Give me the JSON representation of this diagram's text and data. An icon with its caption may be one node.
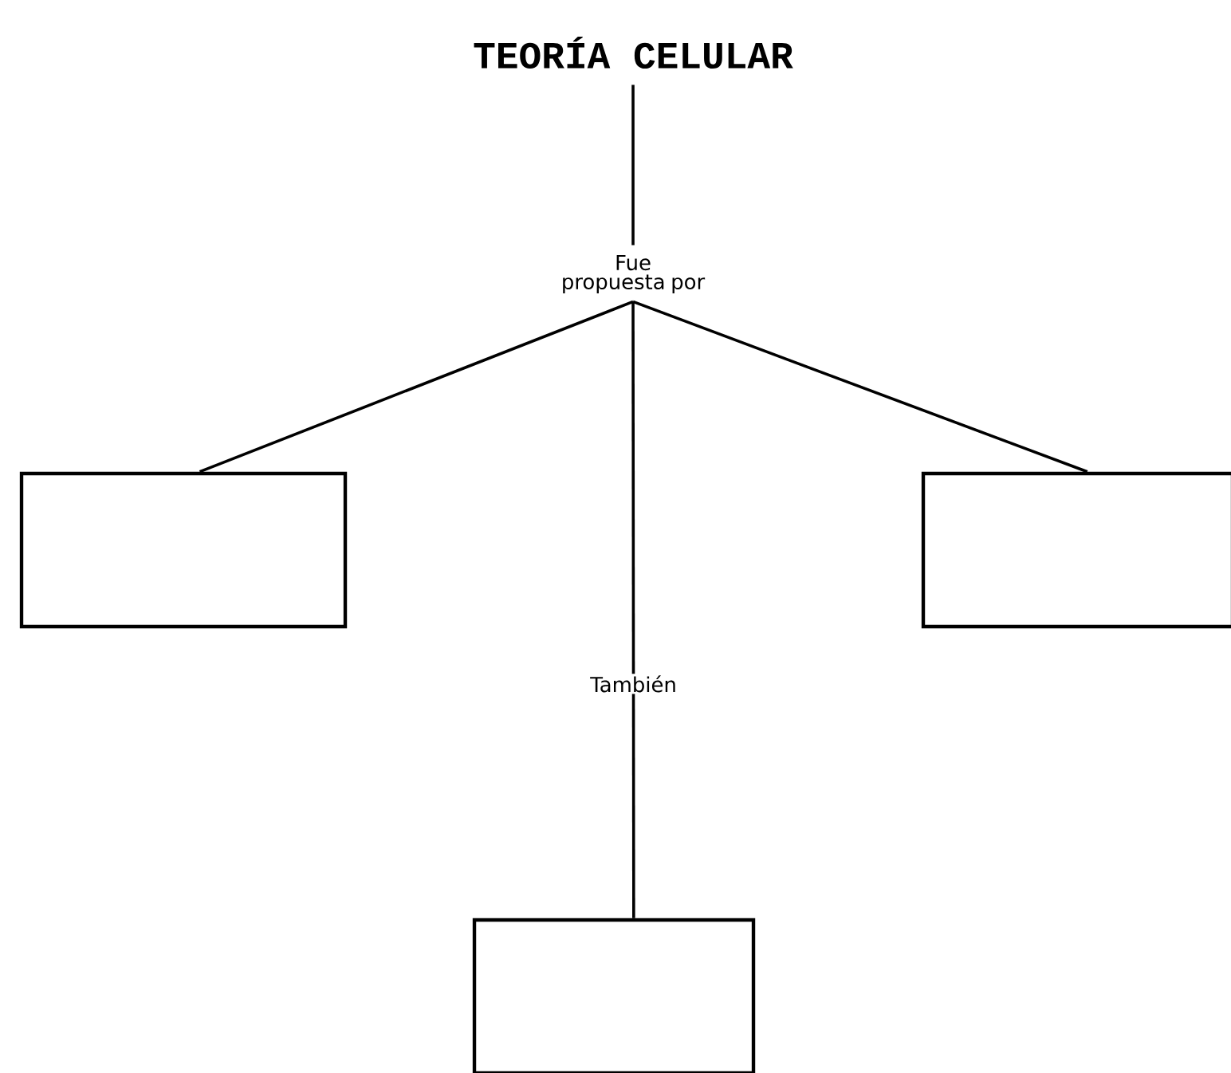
{
  "diagram": {
    "nodes": [
      {
        "text": [
          "TEORÍA CELULAR"
        ]
      },
      {
        "text": [
          "Fue propuesta por"
        ]
      },
      {
        "text": [],
        "shape": "box"
      },
      {
        "text": [],
        "shape": "box"
      },
      {
        "text": [],
        "shape": "box"
      }
    ],
    "edges": [
      {
        "from": 0,
        "to": 1,
        "arrow": "none"
      },
      {
        "from": 1,
        "to": 2,
        "arrow": "none"
      },
      {
        "from": 1,
        "to": 3,
        "arrow": "none"
      },
      {
        "from": 1,
        "to": 4,
        "arrow": "none",
        "label": "También"
      }
    ]
  }
}
